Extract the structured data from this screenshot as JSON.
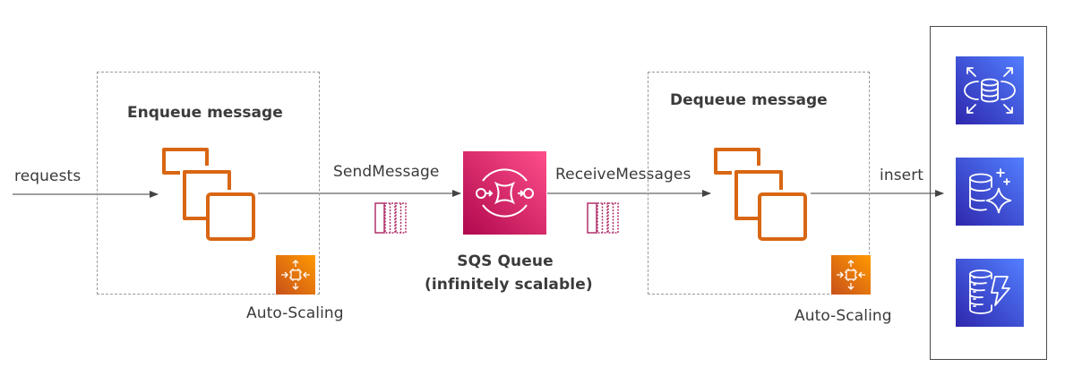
{
  "diagram": {
    "title": "SQS decoupling architecture",
    "colors": {
      "compute_orange": "#d86613",
      "autoscaling_orange": "#e8770f",
      "sqs_pink": "#e7157b",
      "database_blue": "#3b48cc",
      "message_pink": "#b0306a",
      "line_gray": "#555555",
      "dashed_border": "#9a9a9a"
    },
    "edges": [
      {
        "id": "requests",
        "label": "requests",
        "from": "external",
        "to": "enqueue-instances"
      },
      {
        "id": "send",
        "label": "SendMessage",
        "from": "enqueue-instances",
        "to": "sqs-queue"
      },
      {
        "id": "receive",
        "label": "ReceiveMessages",
        "from": "sqs-queue",
        "to": "dequeue-instances"
      },
      {
        "id": "insert",
        "label": "insert",
        "from": "dequeue-instances",
        "to": "database-group"
      }
    ],
    "producer": {
      "title": "Enqueue message",
      "icon": "ec2-instances-icon",
      "autoscaling_icon": "auto-scaling-icon",
      "autoscaling_label": "Auto-Scaling"
    },
    "queue": {
      "icon": "sqs-icon",
      "name": "SQS Queue",
      "subtitle": "(infinitely scalable)",
      "message_icon": "sqs-message-icon"
    },
    "consumer": {
      "title": "Dequeue message",
      "icon": "ec2-instances-icon",
      "autoscaling_icon": "auto-scaling-icon",
      "autoscaling_label": "Auto-Scaling"
    },
    "databases": [
      {
        "icon": "rds-icon",
        "name": "Amazon RDS"
      },
      {
        "icon": "aurora-icon",
        "name": "Amazon Aurora"
      },
      {
        "icon": "dynamodb-icon",
        "name": "Amazon DynamoDB"
      }
    ]
  }
}
